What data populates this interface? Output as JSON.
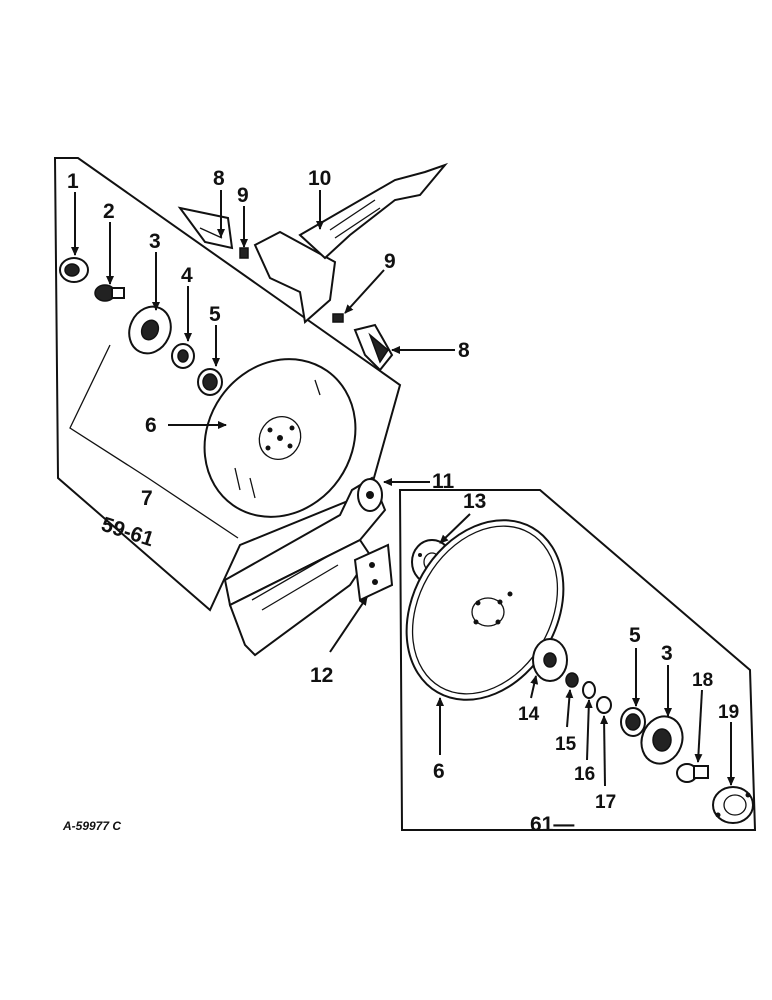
{
  "callouts": {
    "c1": "1",
    "c2": "2",
    "c3a": "3",
    "c4": "4",
    "c5a": "5",
    "c6a": "6",
    "c7": "7",
    "c8a": "8",
    "c8b": "8",
    "c9a": "9",
    "c9b": "9",
    "c10": "10",
    "c11": "11",
    "c12": "12",
    "c13": "13",
    "c14": "14",
    "c15": "15",
    "c16": "16",
    "c17": "17",
    "c5b": "5",
    "c3b": "3",
    "c18": "18",
    "c19": "19",
    "c6b": "6"
  },
  "groups": {
    "left_group": "59-61",
    "right_group": "61—"
  },
  "drawing_code": "A-59977 C"
}
